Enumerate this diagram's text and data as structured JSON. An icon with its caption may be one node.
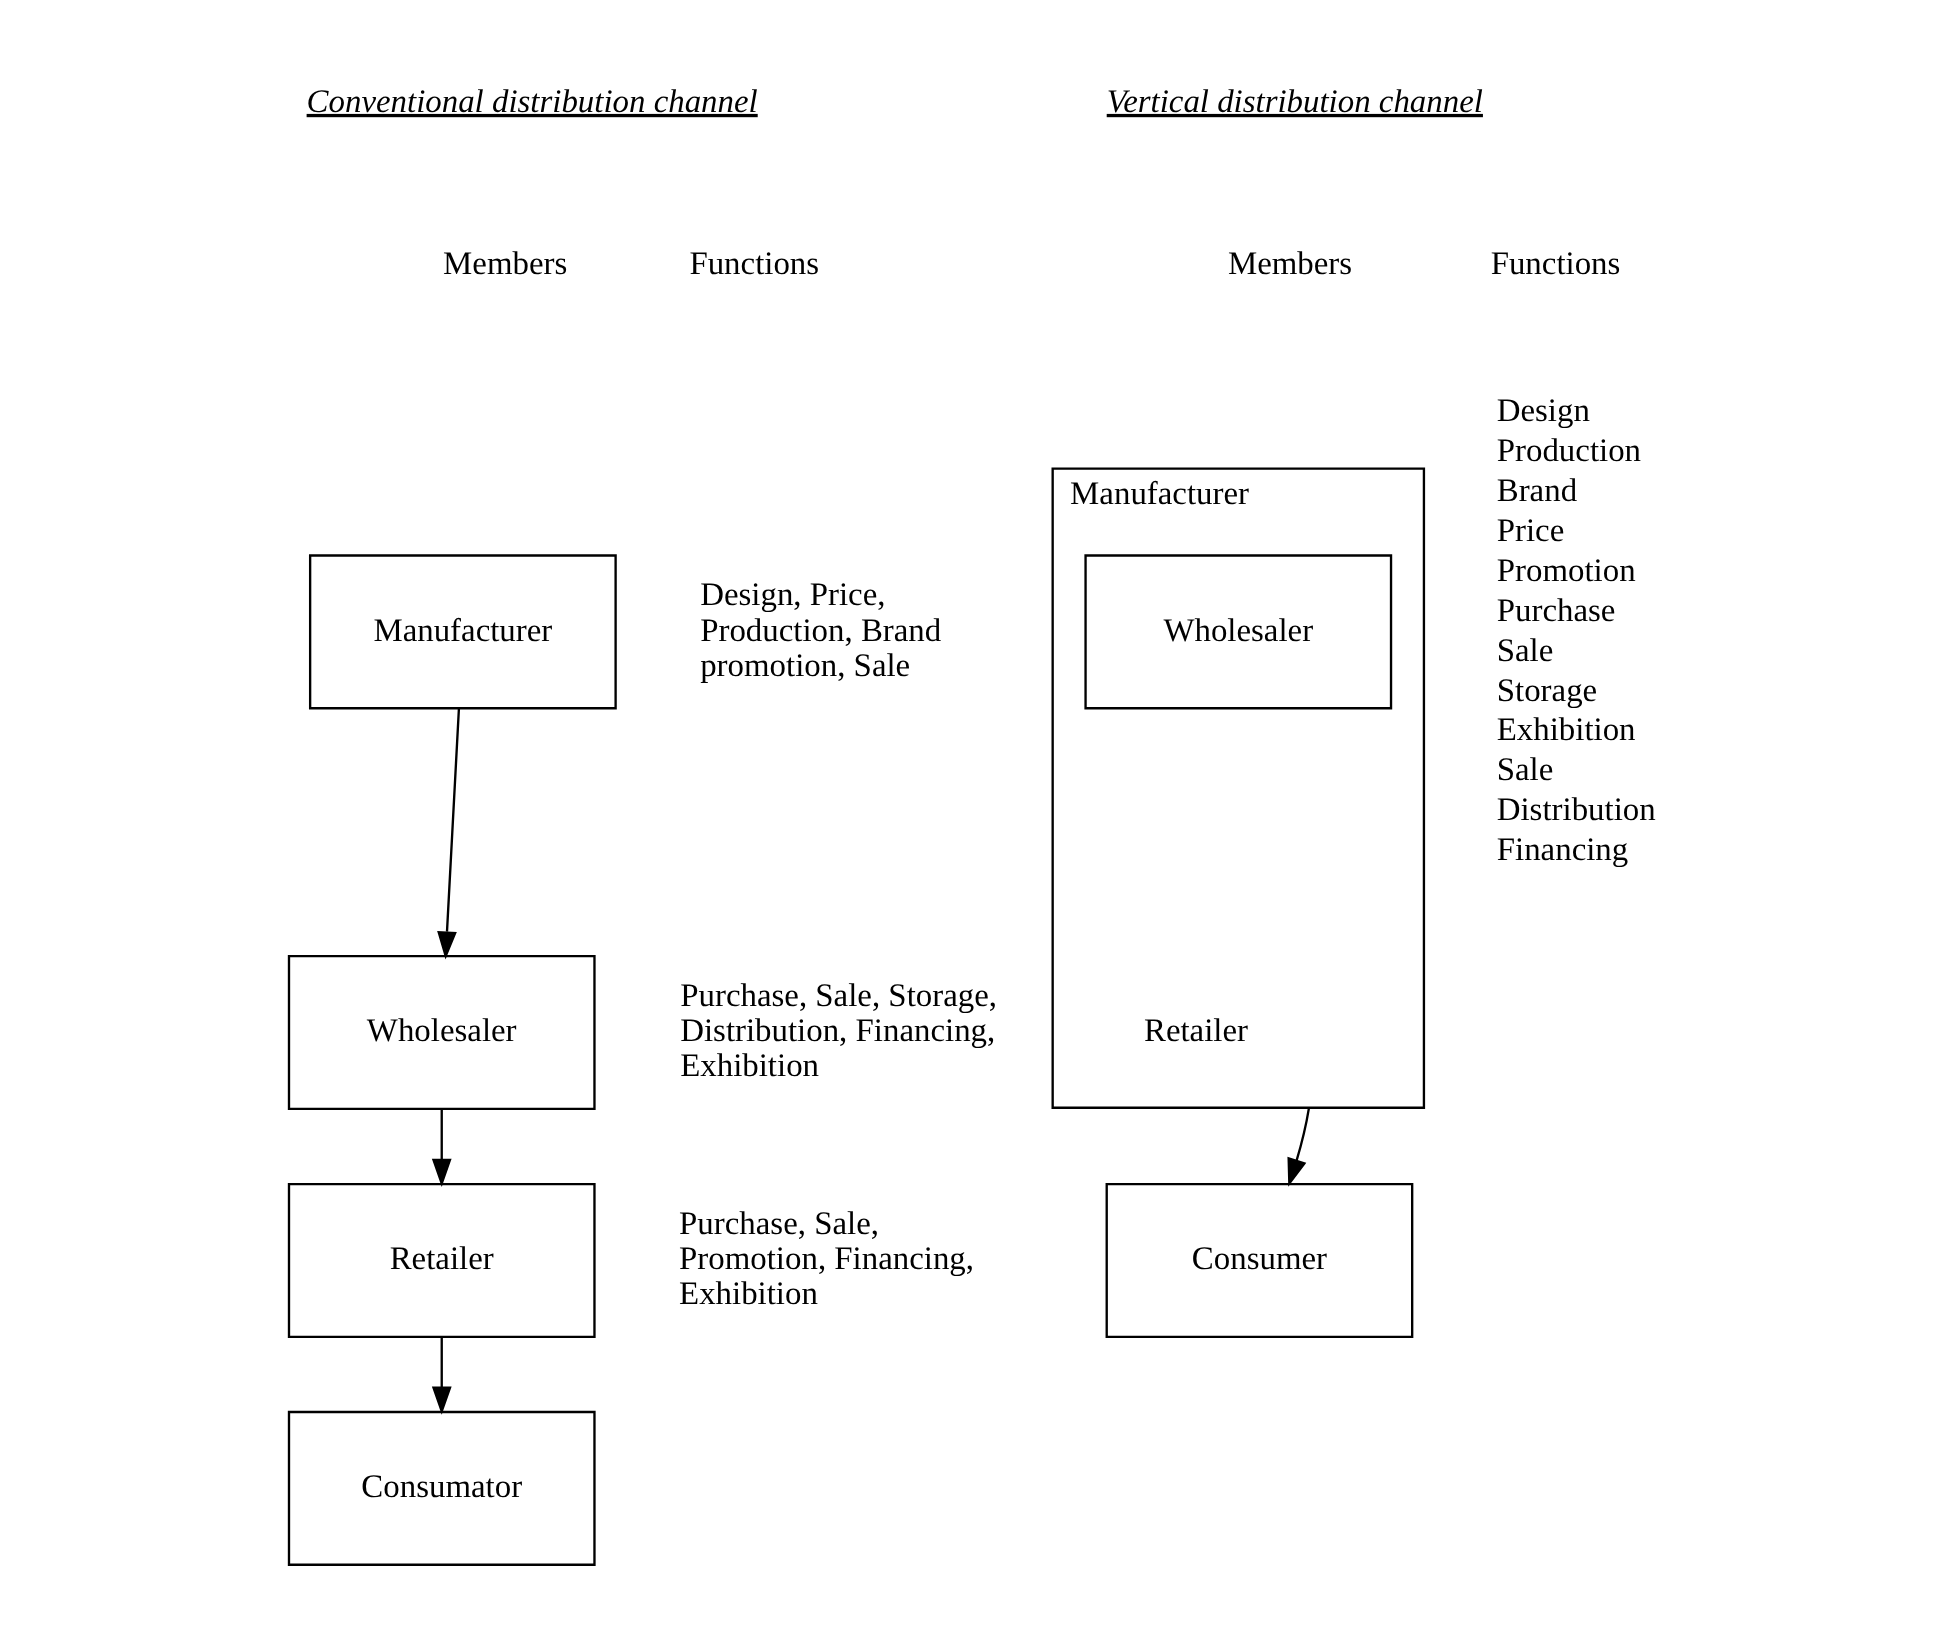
{
  "diagram": {
    "nodes": [
      {
        "text": [
          "Manufacturer"
        ],
        "beside": [
          "Design, Price, Production, Brand promotion, Sale"
        ]
      },
      {
        "text": [
          "Wholesaler"
        ],
        "beside": [
          "Purchase, Sale, Storage, Distribution, Financing, Exhibition"
        ]
      },
      {
        "text": [
          "Retailer"
        ],
        "beside": [
          "Purchase, Sale, Promotion, Financing, Exhibition"
        ]
      },
      {
        "text": [
          "Consumator"
        ]
      },
      {
        "text": [
          "Manufacturer",
          "Retailer"
        ]
      },
      {
        "text": [
          "Wholesaler"
        ],
        "in": 4
      },
      {
        "text": [
          "Consumer"
        ]
      }
    ],
    "edges": [
      {
        "from": 0,
        "to": 1,
        "arrow": "to"
      },
      {
        "from": 1,
        "to": 2,
        "arrow": "to"
      },
      {
        "from": 2,
        "to": 3,
        "arrow": "to"
      },
      {
        "from": 4,
        "to": 6,
        "arrow": "to"
      }
    ],
    "labels": [
      "Conventional distribution channel",
      "Vertical distribution channel",
      "Members",
      "Functions",
      "Members",
      "Functions",
      "Design",
      "Production",
      "Brand",
      "Price",
      "Promotion",
      "Purchase",
      "Sale",
      "Storage",
      "Exhibition",
      "Sale",
      "Distribution",
      "Financing"
    ]
  }
}
